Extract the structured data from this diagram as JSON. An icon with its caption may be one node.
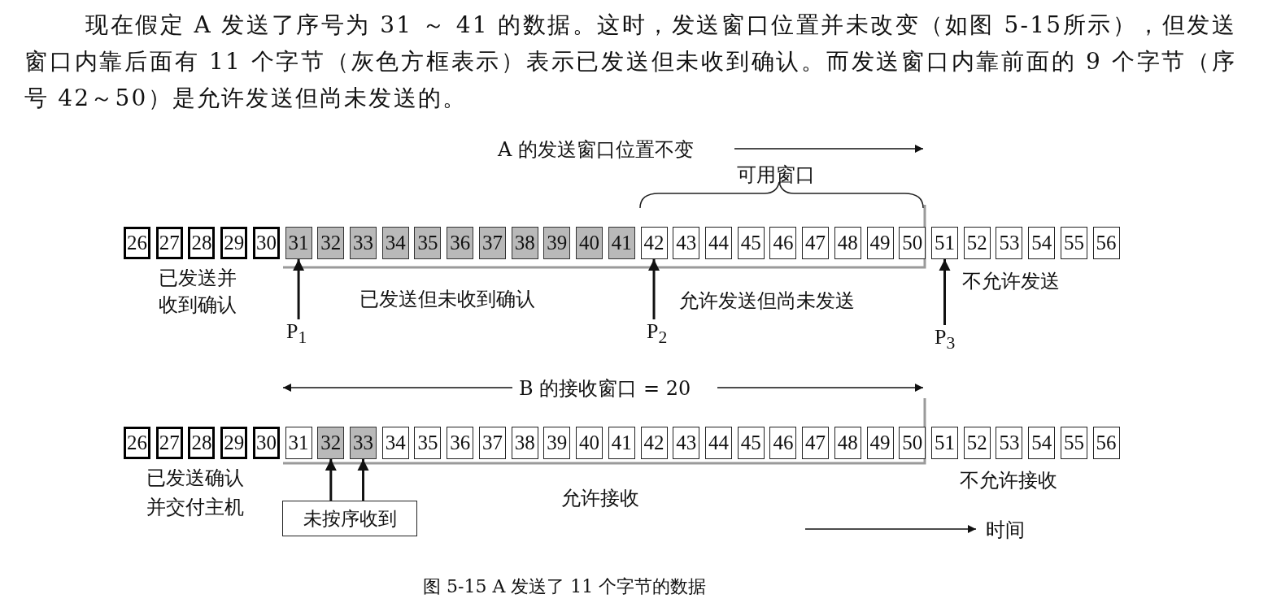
{
  "diagram": {
    "caption": "图 5-15 A 发送了 11 个字节的数据",
    "nodes": [
      {
        "text": [
          "26"
        ]
      },
      {
        "text": [
          "27"
        ]
      },
      {
        "text": [
          "28"
        ]
      },
      {
        "text": [
          "29"
        ]
      },
      {
        "text": [
          "30"
        ]
      },
      {
        "text": [
          "31"
        ]
      },
      {
        "text": [
          "32"
        ]
      },
      {
        "text": [
          "33"
        ]
      },
      {
        "text": [
          "34"
        ]
      },
      {
        "text": [
          "35"
        ]
      },
      {
        "text": [
          "36"
        ]
      },
      {
        "text": [
          "37"
        ]
      },
      {
        "text": [
          "38"
        ]
      },
      {
        "text": [
          "39"
        ]
      },
      {
        "text": [
          "40"
        ]
      },
      {
        "text": [
          "41"
        ]
      },
      {
        "text": [
          "42"
        ]
      },
      {
        "text": [
          "43"
        ]
      },
      {
        "text": [
          "44"
        ]
      },
      {
        "text": [
          "45"
        ]
      },
      {
        "text": [
          "46"
        ]
      },
      {
        "text": [
          "47"
        ]
      },
      {
        "text": [
          "48"
        ]
      },
      {
        "text": [
          "49"
        ]
      },
      {
        "text": [
          "50"
        ]
      },
      {
        "text": [
          "51"
        ]
      },
      {
        "text": [
          "52"
        ]
      },
      {
        "text": [
          "53"
        ]
      },
      {
        "text": [
          "54"
        ]
      },
      {
        "text": [
          "55"
        ]
      },
      {
        "text": [
          "56"
        ]
      },
      {
        "text": [
          "P$_{1}$"
        ]
      },
      {
        "text": [
          "P$_{2}$"
        ]
      },
      {
        "text": [
          "P$_{3}$"
        ]
      },
      {
        "text": [
          "26"
        ]
      },
      {
        "text": [
          "27"
        ]
      },
      {
        "text": [
          "28"
        ]
      },
      {
        "text": [
          "29"
        ]
      },
      {
        "text": [
          "30"
        ]
      },
      {
        "text": [
          "31"
        ]
      },
      {
        "text": [
          "32"
        ]
      },
      {
        "text": [
          "33"
        ]
      },
      {
        "text": [
          "34"
        ]
      },
      {
        "text": [
          "35"
        ]
      },
      {
        "text": [
          "36"
        ]
      },
      {
        "text": [
          "37"
        ]
      },
      {
        "text": [
          "38"
        ]
      },
      {
        "text": [
          "39"
        ]
      },
      {
        "text": [
          "40"
        ]
      },
      {
        "text": [
          "41"
        ]
      },
      {
        "text": [
          "42"
        ]
      },
      {
        "text": [
          "43"
        ]
      },
      {
        "text": [
          "44"
        ]
      },
      {
        "text": [
          "45"
        ]
      },
      {
        "text": [
          "46"
        ]
      },
      {
        "text": [
          "47"
        ]
      },
      {
        "text": [
          "48"
        ]
      },
      {
        "text": [
          "49"
        ]
      },
      {
        "text": [
          "50"
        ]
      },
      {
        "text": [
          "51"
        ]
      },
      {
        "text": [
          "52"
        ]
      },
      {
        "text": [
          "53"
        ]
      },
      {
        "text": [
          "54"
        ]
      },
      {
        "text": [
          "55"
        ]
      },
      {
        "text": [
          "56"
        ]
      },
      {
        "text": [
          "未按序收到"
        ]
      }
    ],
    "edges": [
      {
        "from": 31,
        "to": 5,
        "arrow": "to"
      },
      {
        "from": 32,
        "to": 16,
        "arrow": "to"
      },
      {
        "from": 33,
        "to": 25,
        "arrow": "to"
      },
      {
        "from": 65,
        "to": 40,
        "arrow": "to"
      },
      {
        "from": 65,
        "to": 41,
        "arrow": "to"
      }
    ],
    "labels": [
      "现在假定 A 发送了序号为 31 ～ 41 的数据。这时，发送窗口位置并未改变（如图 5-15所示），但发送窗口内靠后面有 11 个字节（灰色方框表示）表示已发送但未收到确认。而发送窗口内靠前面的 9 个字节（序号 42～50）是允许发送但尚未发送的。",
      "A 的发送窗口位置不变",
      "可用窗口",
      "已发送并收到确认",
      "已发送但未收到确认",
      "允许发送但尚未发送",
      "不允许发送",
      "B 的接收窗口 = 20",
      "已发送确认并交付主机",
      "允许接收",
      "不允许接收",
      "时间"
    ]
  }
}
